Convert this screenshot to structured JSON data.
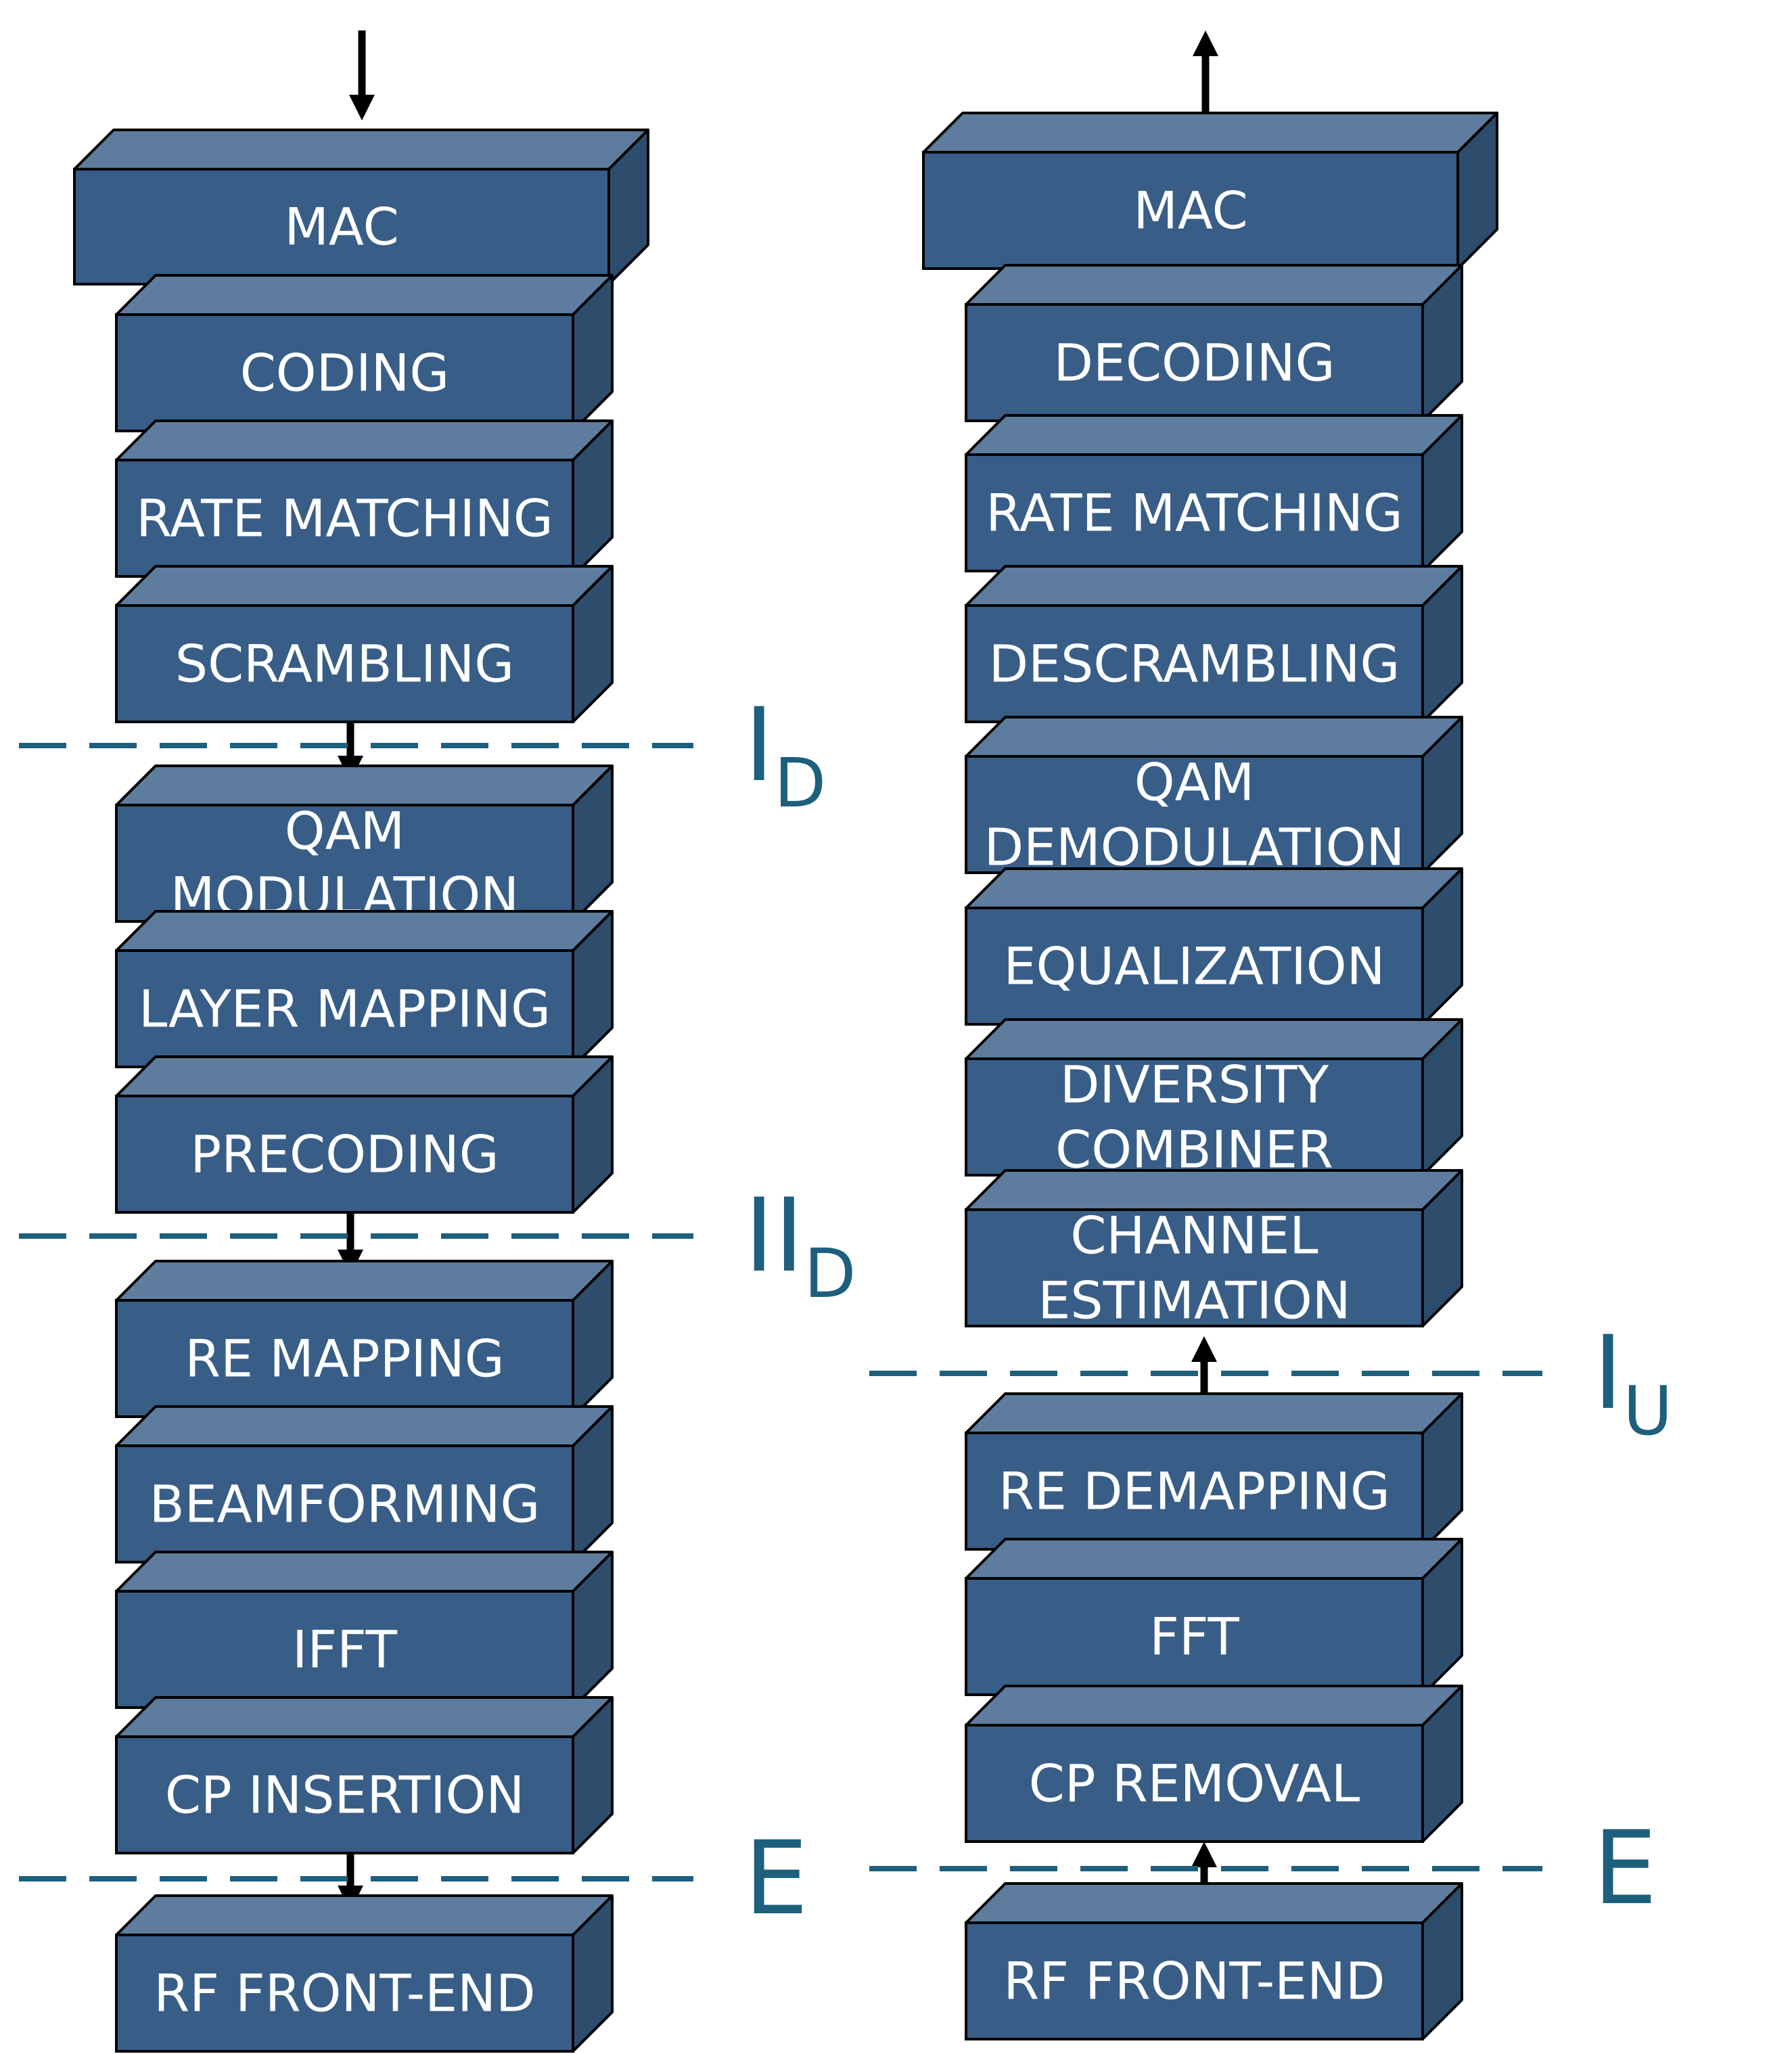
{
  "colors": {
    "block_front": "#385d87",
    "block_top": "#5e7d9e",
    "block_side": "#2e4d6d",
    "block_outline": "#000000",
    "label_text": "#ffffff",
    "split_line": "#1d5f7d",
    "arrow": "#000000"
  },
  "downlink": {
    "direction": "down",
    "blocks": [
      {
        "lines": [
          "MAC"
        ]
      },
      {
        "lines": [
          "CODING"
        ]
      },
      {
        "lines": [
          "RATE MATCHING"
        ]
      },
      {
        "lines": [
          "SCRAMBLING"
        ]
      },
      {
        "lines": [
          "QAM",
          "MODULATION"
        ]
      },
      {
        "lines": [
          "LAYER MAPPING"
        ]
      },
      {
        "lines": [
          "PRECODING"
        ]
      },
      {
        "lines": [
          "RE MAPPING"
        ]
      },
      {
        "lines": [
          "BEAMFORMING"
        ]
      },
      {
        "lines": [
          "IFFT"
        ]
      },
      {
        "lines": [
          "CP INSERTION"
        ]
      },
      {
        "lines": [
          "RF FRONT-END"
        ]
      }
    ],
    "splits": [
      {
        "main": "I",
        "sub": "D"
      },
      {
        "main": "II",
        "sub": "D"
      },
      {
        "main": "E",
        "sub": ""
      }
    ]
  },
  "uplink": {
    "direction": "up",
    "blocks": [
      {
        "lines": [
          "MAC"
        ]
      },
      {
        "lines": [
          "DECODING"
        ]
      },
      {
        "lines": [
          "RATE MATCHING"
        ]
      },
      {
        "lines": [
          "DESCRAMBLING"
        ]
      },
      {
        "lines": [
          "QAM",
          "DEMODULATION"
        ]
      },
      {
        "lines": [
          "EQUALIZATION"
        ]
      },
      {
        "lines": [
          "DIVERSITY",
          "COMBINER"
        ]
      },
      {
        "lines": [
          "CHANNEL",
          "ESTIMATION"
        ]
      },
      {
        "lines": [
          "RE DEMAPPING"
        ]
      },
      {
        "lines": [
          "FFT"
        ]
      },
      {
        "lines": [
          "CP REMOVAL"
        ]
      },
      {
        "lines": [
          "RF FRONT-END"
        ]
      }
    ],
    "splits": [
      {
        "main": "I",
        "sub": "U"
      },
      {
        "main": "E",
        "sub": ""
      }
    ]
  }
}
